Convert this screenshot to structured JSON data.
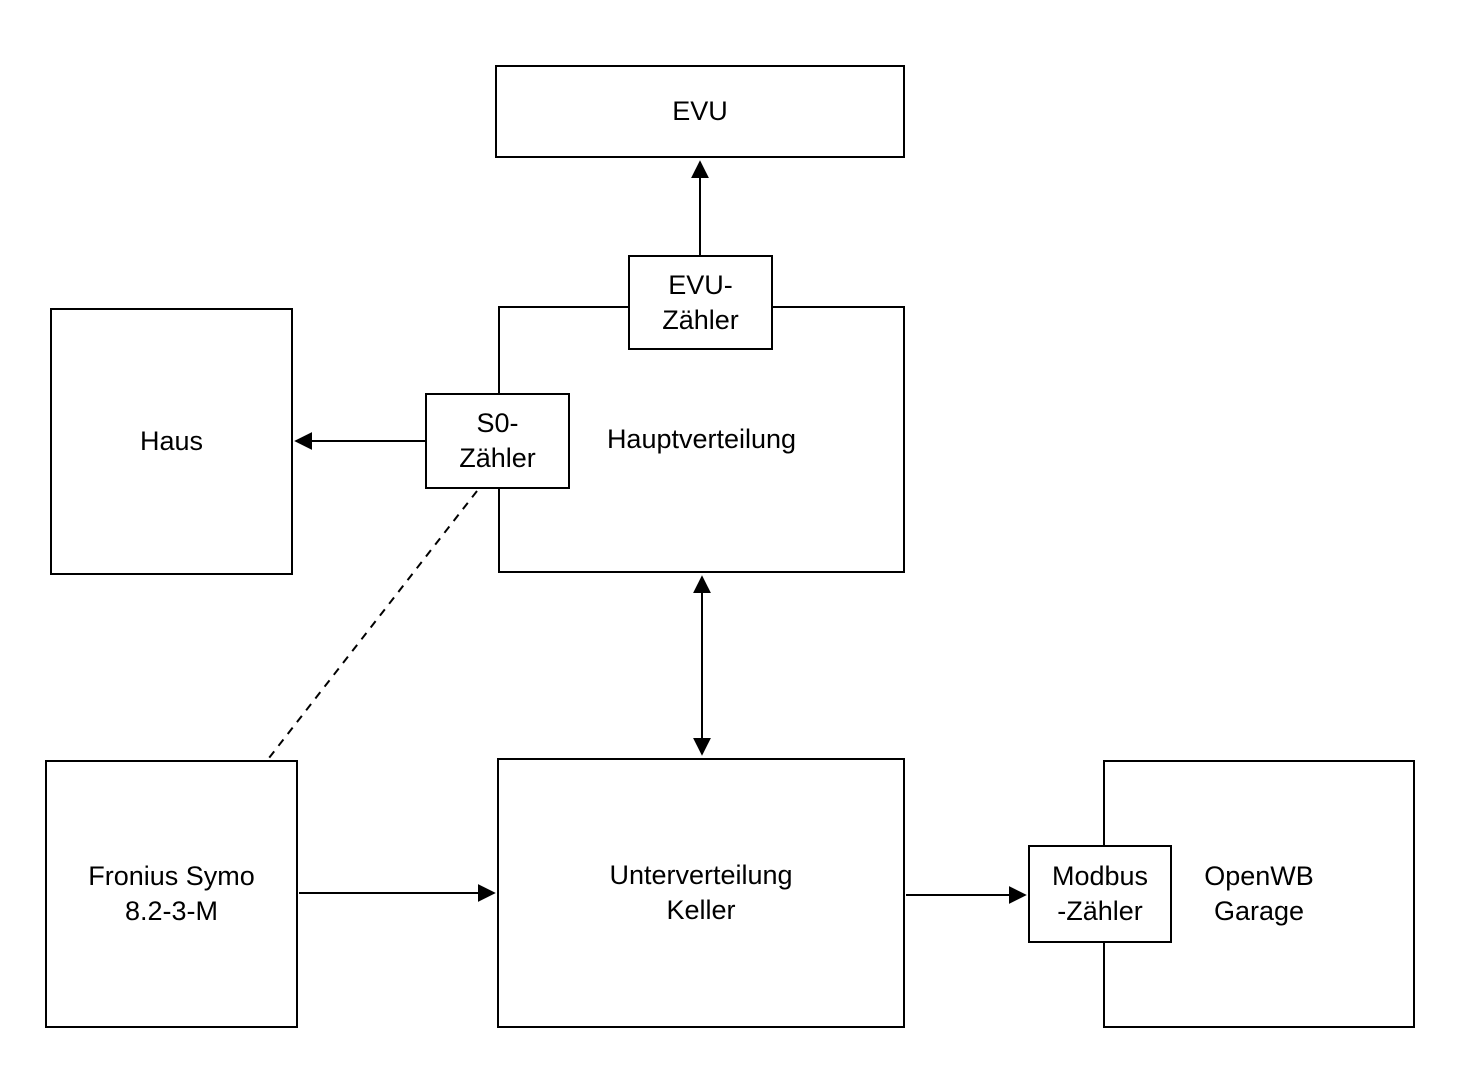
{
  "diagram": {
    "type": "block-diagram",
    "language": "de",
    "colors": {
      "background": "#ffffff",
      "box_border": "#000000",
      "line": "#000000",
      "text": "#000000"
    },
    "nodes": {
      "evu": {
        "label": "EVU"
      },
      "evu_meter": {
        "label": "EVU-\nZähler"
      },
      "main_distribution": {
        "label": "Hauptverteilung"
      },
      "house": {
        "label": "Haus"
      },
      "s0_meter": {
        "label": "S0-\nZähler"
      },
      "inverter": {
        "label": "Fronius Symo\n8.2-3-M"
      },
      "sub_distribution": {
        "label": "Unterverteilung\nKeller"
      },
      "modbus_meter": {
        "label": "Modbus\n-Zähler"
      },
      "wallbox": {
        "label": "OpenWB\nGarage"
      }
    },
    "edges": [
      {
        "from": "evu_meter",
        "to": "evu",
        "style": "solid",
        "arrow": "end"
      },
      {
        "from": "s0_meter",
        "to": "house",
        "style": "solid",
        "arrow": "end"
      },
      {
        "from": "main_distribution",
        "to": "sub_distribution",
        "style": "solid",
        "arrow": "both"
      },
      {
        "from": "inverter",
        "to": "sub_distribution",
        "style": "solid",
        "arrow": "end"
      },
      {
        "from": "sub_distribution",
        "to": "modbus_meter",
        "style": "solid",
        "arrow": "end"
      },
      {
        "from": "s0_meter",
        "to": "inverter",
        "style": "dashed",
        "arrow": "none"
      }
    ]
  }
}
